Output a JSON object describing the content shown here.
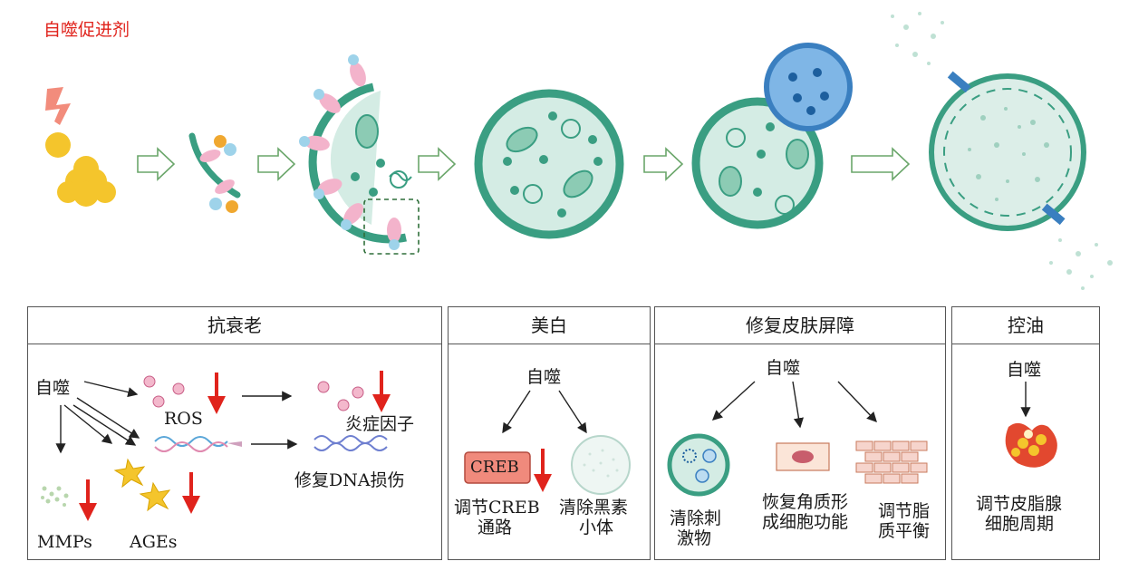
{
  "header": {
    "title": "自噬促进剂"
  },
  "panels": {
    "antiaging": {
      "title": "抗衰老",
      "autophagy": "自噬",
      "ros": "ROS",
      "inflammation": "炎症因子",
      "dna_repair": "修复DNA损伤",
      "mmps": "MMPs",
      "ages": "AGEs"
    },
    "whitening": {
      "title": "美白",
      "autophagy": "自噬",
      "creb_box": "CREB",
      "creb_line1": "调节CREB",
      "creb_line2": "通路",
      "melano_line1": "清除黑素",
      "melano_line2": "小体"
    },
    "barrier": {
      "title": "修复皮肤屏障",
      "autophagy": "自噬",
      "irritant_line1": "清除刺",
      "irritant_line2": "激物",
      "keratin_line1": "恢复角质形",
      "keratin_line2": "成细胞功能",
      "lipid_line1": "调节脂",
      "lipid_line2": "质平衡"
    },
    "oil": {
      "title": "控油",
      "autophagy": "自噬",
      "sebaceous_line1": "调节皮脂腺",
      "sebaceous_line2": "细胞周期"
    }
  },
  "colors": {
    "title_red": "#e0231c",
    "cell_teal": "#3a9e82",
    "cell_fill": "#d4ece4",
    "arrow_red": "#e0231c"
  }
}
